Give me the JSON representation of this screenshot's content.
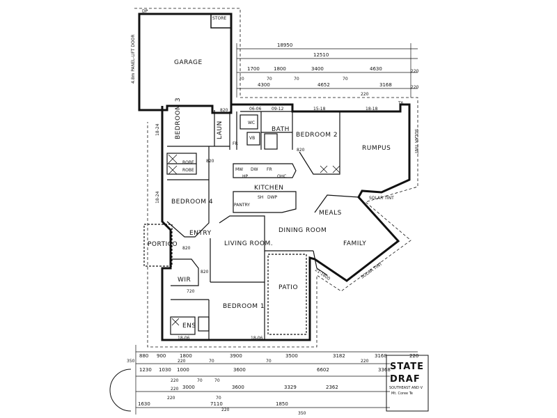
{
  "rooms": {
    "garage": "GARAGE",
    "store": "STORE",
    "bedroom3": "BEDROOM 3",
    "laundry": "LAUN",
    "bath": "BATH",
    "bedroom2": "BEDROOM 2",
    "rumpus": "RUMPUS",
    "kitchen": "KITCHEN",
    "pantry": "PANTRY",
    "meals": "MEALS",
    "bedroom4": "BEDROOM 4",
    "entry": "ENTRY",
    "portico": "PORTICO",
    "living": "LIVING ROOM.",
    "dining": "DINING ROOM",
    "family": "FAMILY",
    "wir": "WIR",
    "ens": "ENS",
    "bedroom1": "BEDROOM 1",
    "patio": "PATIO"
  },
  "labels": {
    "garage_door": "4.8m PANEL-LIFT DOOR",
    "robe": "ROBE",
    "robe2": "ROBE",
    "fr": "FR",
    "wc": "WC",
    "vb": "VB",
    "dw": "DW",
    "sh": "SH",
    "dwp": "DWP",
    "fr2": "FR",
    "ohc": "OHC",
    "hp": "HP",
    "mw": "MW",
    "solar1": "SOLAR TINT",
    "solar2": "SOLAR TINT",
    "solar3": "SOLAR TINT",
    "dp": "DP",
    "ta": "TA",
    "window_15_18": "15-18",
    "window_18_18": "18-18",
    "window_09_12": "09-12",
    "window_06_06": "06-06",
    "window_18_24a": "18-24",
    "window_18_24b": "18-24",
    "window_18_06": "18-06",
    "window_18_06b": "18-06",
    "window_21_1800": "21-1800",
    "door_820a": "820",
    "door_820b": "820",
    "door_820c": "820",
    "door_820d": "820",
    "door_820e": "820",
    "door_720": "720"
  },
  "top_dims": {
    "row1": [
      "18950"
    ],
    "row2": [
      "12510"
    ],
    "row3": [
      "1700",
      "1800",
      "3400",
      "4630"
    ],
    "row3_small": [
      "70",
      "70",
      "70",
      "70"
    ],
    "row4": [
      "4300",
      "4652",
      "3168"
    ],
    "side": [
      "220",
      "220",
      "220"
    ]
  },
  "bottom_dims": {
    "row1": [
      "880",
      "900",
      "1800",
      "3900",
      "3500",
      "3182",
      "3168",
      "220"
    ],
    "row2": [
      "350",
      "220",
      "70",
      "70",
      "220"
    ],
    "row3": [
      "1230",
      "1030",
      "1000",
      "3600",
      "6602",
      "3368"
    ],
    "row4": [
      "220",
      "70",
      "70"
    ],
    "row5": [
      "220",
      "3000",
      "3600",
      "3329",
      "2362"
    ],
    "row6": [
      "1630",
      "7110",
      "1850",
      "350"
    ],
    "row6_small": [
      "220",
      "70",
      "220"
    ]
  },
  "stamp": {
    "line1": "STATE",
    "line2": "DRAF",
    "line3": "SOUTHEAST AND V",
    "line4": "Mt. Coree Te"
  }
}
